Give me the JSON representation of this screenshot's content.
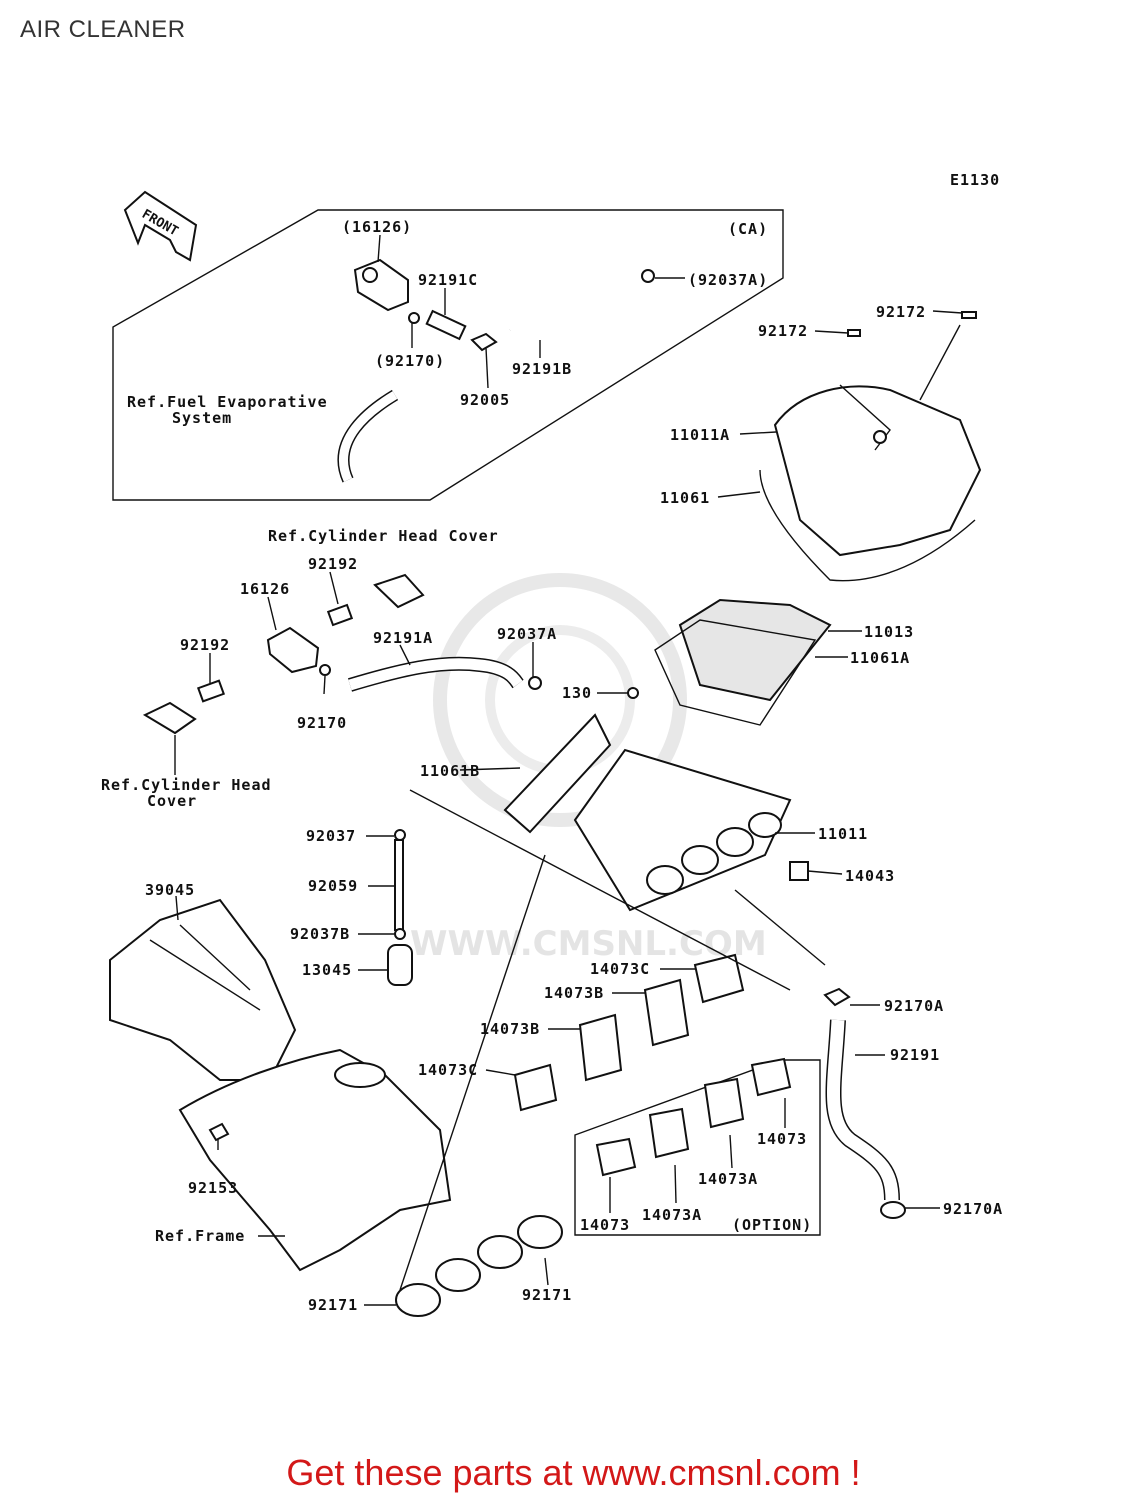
{
  "page": {
    "title": "AIR CLEANER"
  },
  "diagram": {
    "code": "E1130",
    "front_label": "FRONT",
    "region_ca": "(CA)",
    "watermark": "WWW.CMSNL.COM",
    "labels": {
      "p16126_ca": "(16126)",
      "p92191c": "92191C",
      "p92037a_ca": "(92037A)",
      "p92170_ca": "(92170)",
      "p92191b": "92191B",
      "p92005": "92005",
      "ref_fuel_1": "Ref.Fuel Evaporative",
      "ref_fuel_2": "System",
      "p92172_a": "92172",
      "p92172_b": "92172",
      "p11011a": "11011A",
      "p11061": "11061",
      "ref_cyl_top": "Ref.Cylinder Head Cover",
      "p92192_a": "92192",
      "p16126": "16126",
      "p92192_b": "92192",
      "p92191a": "92191A",
      "p92037a": "92037A",
      "p92170": "92170",
      "p11013": "11013",
      "p11061a": "11061A",
      "p130": "130",
      "ref_cyl_bot_1": "Ref.Cylinder Head",
      "ref_cyl_bot_2": "Cover",
      "p11061b": "11061B",
      "p92037": "92037",
      "p11011": "11011",
      "p14043": "14043",
      "p39045": "39045",
      "p92059": "92059",
      "p92037b": "92037B",
      "p13045": "13045",
      "p14073c_a": "14073C",
      "p14073b_a": "14073B",
      "p14073b_b": "14073B",
      "p14073c_b": "14073C",
      "p92170a_a": "92170A",
      "p92191": "92191",
      "p14073_a": "14073",
      "p14073a_a": "14073A",
      "p92153": "92153",
      "p14073_b": "14073",
      "p14073a_b": "14073A",
      "option": "(OPTION)",
      "p92170a_b": "92170A",
      "ref_frame": "Ref.Frame",
      "p92171_a": "92171",
      "p92171_b": "92171"
    }
  },
  "footer": {
    "text": "Get these parts at www.cmsnl.com !",
    "color": "#d31818"
  }
}
